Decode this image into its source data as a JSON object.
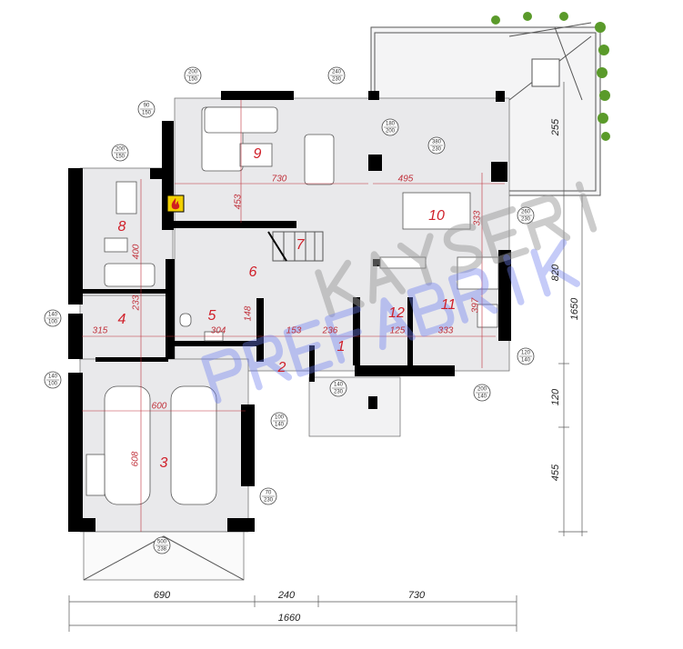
{
  "plan": {
    "rooms": [
      {
        "num": "1"
      },
      {
        "num": "2"
      },
      {
        "num": "3"
      },
      {
        "num": "4"
      },
      {
        "num": "5"
      },
      {
        "num": "6"
      },
      {
        "num": "7"
      },
      {
        "num": "8"
      },
      {
        "num": "9"
      },
      {
        "num": "10"
      },
      {
        "num": "11"
      },
      {
        "num": "12"
      }
    ],
    "inner_dimensions": [
      "730",
      "453",
      "495",
      "333",
      "400",
      "233",
      "315",
      "304",
      "148",
      "153",
      "236",
      "125",
      "333",
      "397",
      "600",
      "608"
    ],
    "outer_dimensions": {
      "bottom": [
        "690",
        "240",
        "730"
      ],
      "bottom_total": "1660",
      "right": [
        "255",
        "820",
        "120",
        "455"
      ],
      "right_total": "1650"
    },
    "window_tags": [
      {
        "w": "200",
        "h": "150"
      },
      {
        "w": "240",
        "h": "230"
      },
      {
        "w": "90",
        "h": "150"
      },
      {
        "w": "180",
        "h": "200"
      },
      {
        "w": "380",
        "h": "230"
      },
      {
        "w": "200",
        "h": "150"
      },
      {
        "w": "260",
        "h": "230"
      },
      {
        "w": "140",
        "h": "100"
      },
      {
        "w": "140",
        "h": "100"
      },
      {
        "w": "120",
        "h": "140"
      },
      {
        "w": "140",
        "h": "230"
      },
      {
        "w": "100",
        "h": "140"
      },
      {
        "w": "200",
        "h": "140"
      },
      {
        "w": "70",
        "h": "230"
      },
      {
        "w": "500",
        "h": "238"
      }
    ],
    "fireplace_icon": "flame-icon",
    "colors": {
      "wall": "#000000",
      "floor": "#e9e9eb",
      "room_label": "#d0202a",
      "dimension": "#c0303a",
      "fireplace": "#f2d000",
      "plants": "#5a9a2a"
    }
  },
  "watermark": {
    "line1": "KAYSERİ",
    "line2": "PREFABRİK"
  }
}
